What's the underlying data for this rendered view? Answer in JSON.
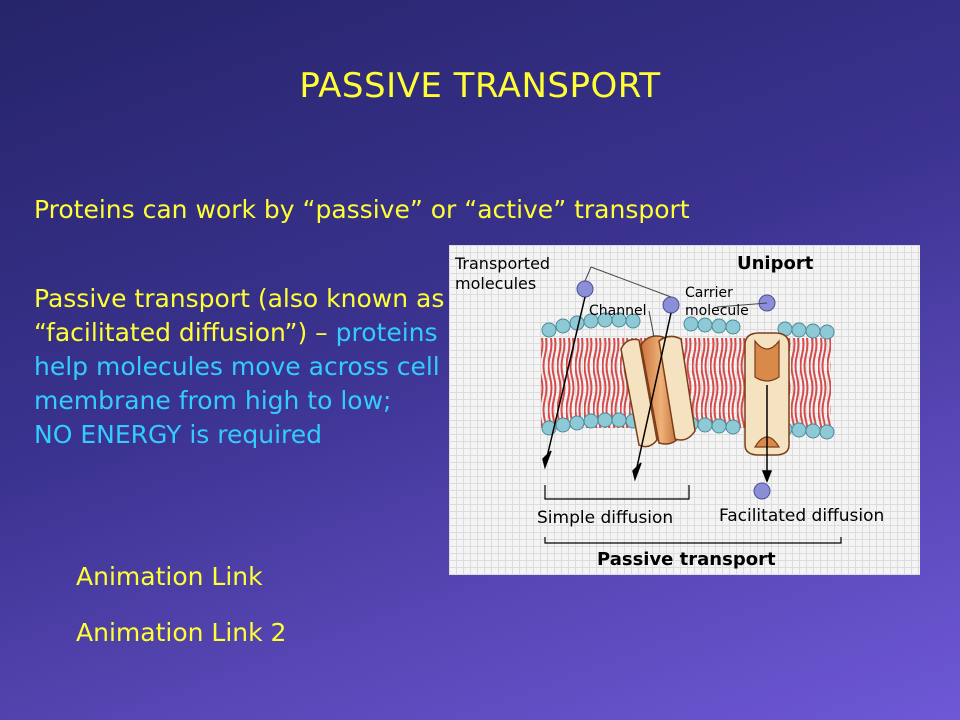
{
  "slide": {
    "title": "PASSIVE TRANSPORT",
    "line1": "Proteins can work by “passive” or “active” transport",
    "para_yellow": "Passive transport (also known as “facilitated diffusion”) – ",
    "para_cyan_1": "proteins help molecules move across cell membrane from high to low;",
    "para_cyan_2": "NO ENERGY is required",
    "links": [
      "Animation Link",
      "Animation Link 2"
    ]
  },
  "diagram": {
    "transported": [
      "Transported",
      "molecules"
    ],
    "uniport": "Uniport",
    "channel": "Channel",
    "carrier": [
      "Carrier",
      "molecule"
    ],
    "simple_diffusion": "Simple diffusion",
    "facilitated_diffusion": "Facilitated diffusion",
    "passive_transport": "Passive transport"
  }
}
